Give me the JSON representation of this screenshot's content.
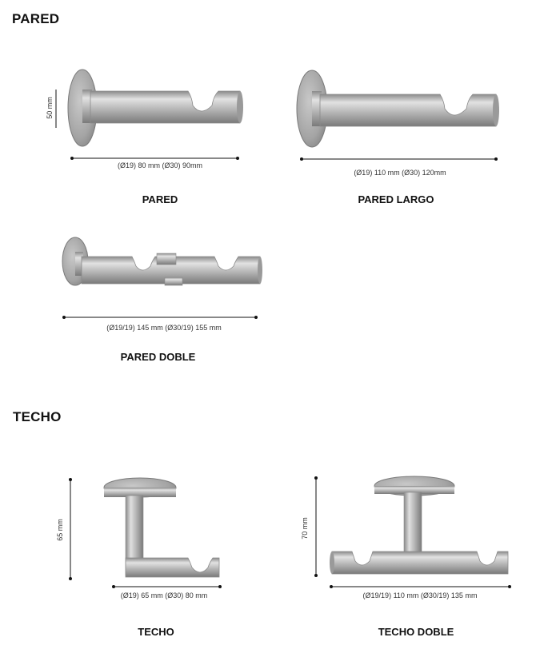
{
  "sections": {
    "wall": {
      "title": "PARED"
    },
    "ceiling": {
      "title": "TECHO"
    }
  },
  "products": {
    "pared": {
      "name": "PARED",
      "height_dim": "50 mm",
      "length_dim": "(Ø19) 80 mm  (Ø30) 90mm"
    },
    "pared_largo": {
      "name": "PARED LARGO",
      "length_dim": "(Ø19) 110 mm (Ø30) 120mm"
    },
    "pared_doble": {
      "name": "PARED DOBLE",
      "length_dim": "(Ø19/19) 145 mm (Ø30/19) 155 mm"
    },
    "techo": {
      "name": "TECHO",
      "height_dim": "65 mm",
      "length_dim": "(Ø19) 65 mm  (Ø30) 80 mm"
    },
    "techo_doble": {
      "name": "TECHO DOBLE",
      "height_dim": "70 mm",
      "length_dim": "(Ø19/19) 110 mm (Ø30/19) 135 mm"
    }
  },
  "colors": {
    "metal_light": "#d9d9d9",
    "metal_mid": "#a9a9a9",
    "metal_dark": "#7c7c7c",
    "dimension_line": "#111111"
  }
}
